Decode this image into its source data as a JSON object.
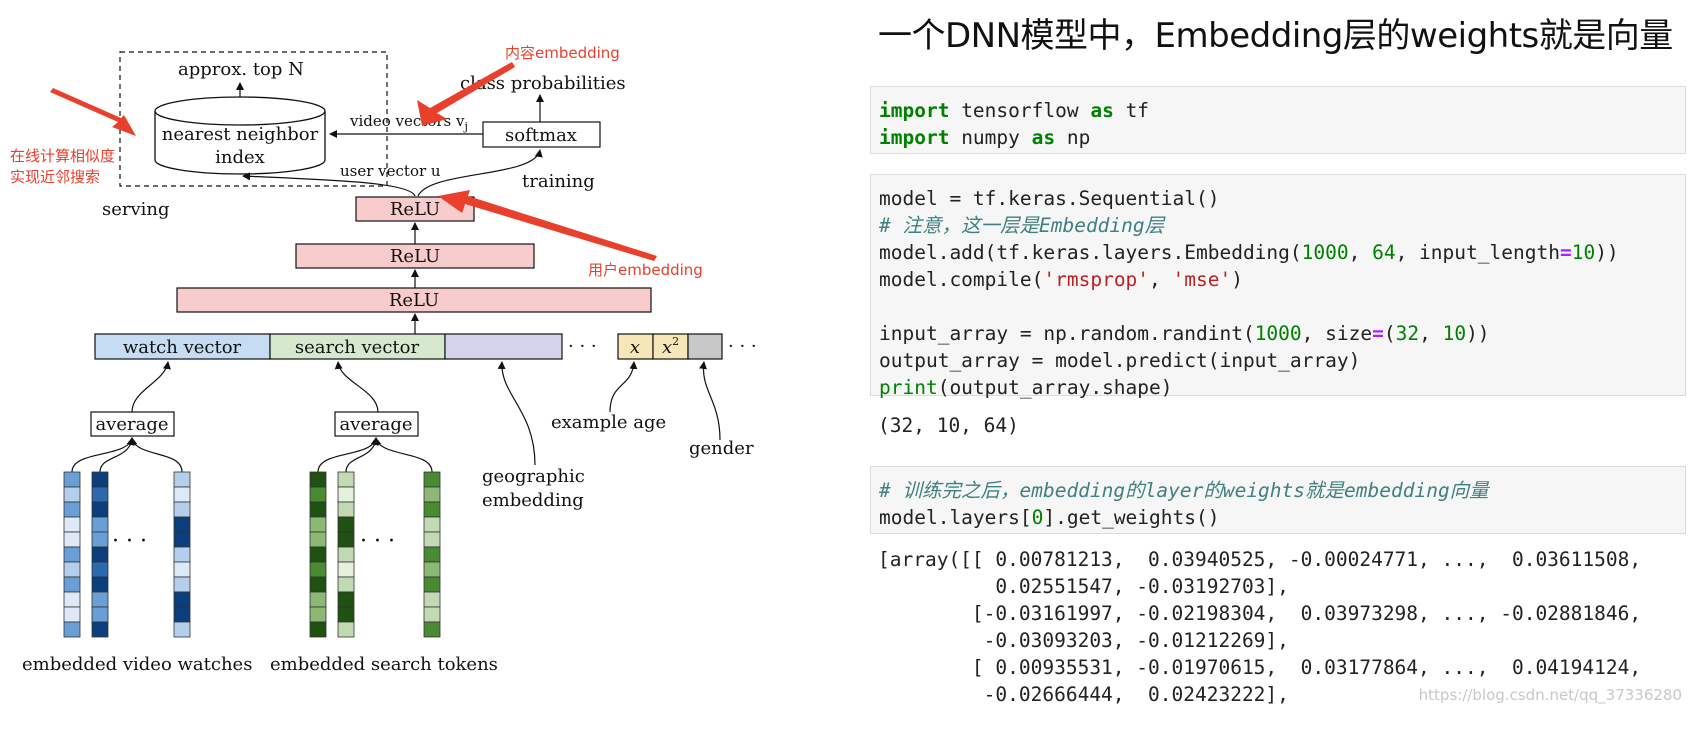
{
  "diagram": {
    "top_label": "approx. top N",
    "index_label_line1": "nearest neighbor",
    "index_label_line2": "index",
    "video_vectors_label": "video vectors v",
    "video_vectors_sub": "j",
    "class_probabilities": "class probabilities",
    "softmax": "softmax",
    "user_vector_label": "user vector u",
    "training": "training",
    "serving": "serving",
    "relu": [
      "ReLU",
      "ReLU",
      "ReLU"
    ],
    "input_segments": [
      "watch vector",
      "search vector"
    ],
    "dots": "· · ·",
    "x_label": "x",
    "x2_label": "x",
    "x2_sup": "2",
    "example_age": "example age",
    "gender": "gender",
    "geographic_line1": "geographic",
    "geographic_line2": "embedding",
    "average": [
      "average",
      "average"
    ],
    "embedded_video_watches": "embedded video watches",
    "embedded_search_tokens": "embedded search tokens",
    "annotations": {
      "content_embedding": "内容embedding",
      "online_similarity_line1": "在线计算相似度",
      "online_similarity_line2": "实现近邻搜索",
      "user_embedding": "用户embedding"
    },
    "colors": {
      "relu_fill": "#f8cccc",
      "watch_fill": "#c6dcf2",
      "search_fill": "#d6e9cf",
      "geo_fill": "#d6d3ec",
      "x_fill": "#f7e7b8",
      "gender_fill": "#c8c8c8",
      "arrow_red": "#e8402c"
    }
  },
  "notebook": {
    "title": "一个DNN模型中，Embedding层的weights就是向量",
    "output1": "(32, 10, 64)",
    "cell3_call": "model.layers[0].get_weights()",
    "weights_output": [
      "[array([[ 0.00781213,  0.03940525, -0.00024771, ...,  0.03611508,",
      "          0.02551547, -0.03192703],",
      "        [-0.03161997, -0.02198304,  0.03973298, ..., -0.02881846,",
      "         -0.03093203, -0.01212269],",
      "        [ 0.00935531, -0.01970615,  0.03177864, ...,  0.04194124,",
      "         -0.02666444,  0.02423222],"
    ],
    "watermark": "https://blog.csdn.net/qq_37336280"
  },
  "code_text": {
    "l1_kw1": "import",
    "l1_rest": " tensorflow ",
    "l1_kw2": "as",
    "l1_end": " tf",
    "l2_kw1": "import",
    "l2_rest": " numpy ",
    "l2_kw2": "as",
    "l2_end": " np",
    "c2_l1": "model = tf.keras.Sequential()",
    "c2_comment": "# 注意，这一层是Embedding层",
    "c2_l3a": "model.add(tf.keras.layers.Embedding(",
    "c2_n1": "1000",
    "c2_sep1": ", ",
    "c2_n2": "64",
    "c2_l3b": ", input_length",
    "c2_eq": "=",
    "c2_n3": "10",
    "c2_l3c": "))",
    "c2_l4a": "model.compile(",
    "c2_s1": "'rmsprop'",
    "c2_sep2": ", ",
    "c2_s2": "'mse'",
    "c2_l4b": ")",
    "c2_l6a": "input_array = np.random.randint(",
    "c2_n4": "1000",
    "c2_l6b": ", size",
    "c2_eq2": "=",
    "c2_l6c": "(",
    "c2_n5": "32",
    "c2_sep3": ", ",
    "c2_n6": "10",
    "c2_l6d": "))",
    "c2_l7": "output_array = model.predict(input_array)",
    "c2_l8a": "print",
    "c2_l8b": "(output_array.shape)",
    "c3_comment": "# 训练完之后，embedding的layer的weights就是embedding向量",
    "c3_l2a": "model.layers[",
    "c3_n": "0",
    "c3_l2b": "].get_weights()"
  }
}
